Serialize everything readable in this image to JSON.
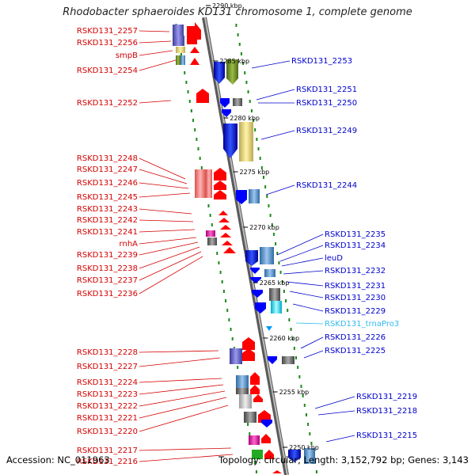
{
  "title": "Rhodobacter sphaeroides KD131 chromosome 1, complete genome",
  "footer": {
    "accession": "Accession: NC_011963",
    "topology": "Topology: circular; Length: 3,152,792 bp; Genes: 3,143"
  },
  "scale_labels": [
    "2290 kbp",
    "2285 kbp",
    "2280 kbp",
    "2275 kbp",
    "2270 kbp",
    "2265 kbp",
    "2260 kbp",
    "2255 kbp",
    "2250 kbp"
  ],
  "left_genes": [
    "RSKD131_2257",
    "RSKD131_2256",
    "smpB",
    "RSKD131_2254",
    "RSKD131_2252",
    "RSKD131_2248",
    "RSKD131_2247",
    "RSKD131_2246",
    "RSKD131_2245",
    "RSKD131_2243",
    "RSKD131_2242",
    "RSKD131_2241",
    "rnhA",
    "RSKD131_2239",
    "RSKD131_2238",
    "RSKD131_2237",
    "RSKD131_2236",
    "RSKD131_2228",
    "RSKD131_2227",
    "RSKD131_2224",
    "RSKD131_2223",
    "RSKD131_2222",
    "RSKD131_2221",
    "RSKD131_2220",
    "RSKD131_2217",
    "RSKD131_2216"
  ],
  "right_genes": [
    "RSKD131_2253",
    "RSKD131_2251",
    "RSKD131_2250",
    "RSKD131_2249",
    "RSKD131_2244",
    "RSKD131_2235",
    "RSKD131_2234",
    "leuD",
    "RSKD131_2232",
    "RSKD131_2231",
    "RSKD131_2230",
    "RSKD131_2229",
    "RSKD131_trnaPro3",
    "RSKD131_2226",
    "RSKD131_2225",
    "RSKD131_2219",
    "RSKD131_2218",
    "RSKD131_2215"
  ],
  "colors": {
    "left_label": "#d40000",
    "right_label": "#0000cc",
    "trna_label": "#33bbee",
    "axis": "#888888",
    "dots": "#1a8a1a"
  }
}
